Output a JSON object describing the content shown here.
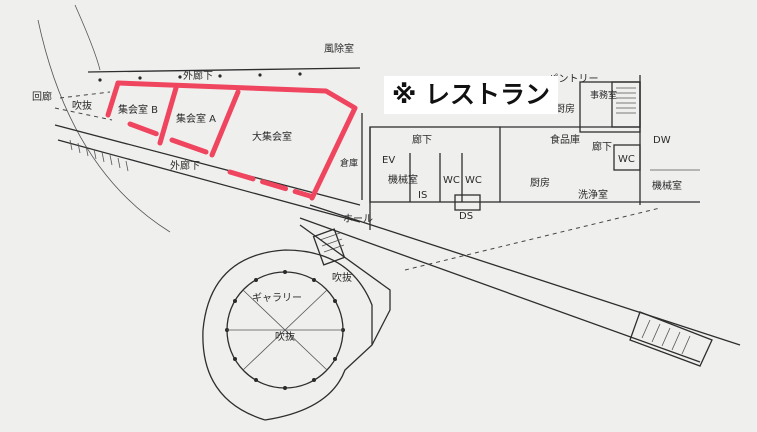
{
  "annotation": "※ レストラン",
  "highlight_color": "#f0455e",
  "rooms": {
    "corridor_loop": "回廊",
    "fukinuke_left": "吹抜",
    "shukai_b": "集会室 B",
    "shukai_a": "集会室 A",
    "dai_shukai": "大集会室",
    "soko": "倉庫",
    "gai_roka_top": "外廊下",
    "gai_roka_bottom": "外廊下",
    "fukenshitsu": "風除室",
    "pantry": "パントリー",
    "chubo_top": "厨房",
    "jimushitsu": "事務室",
    "shokuhinko": "食品庫",
    "dw": "DW",
    "roka_small": "廊下",
    "wc_right": "WC",
    "roka_mid": "廊下",
    "ev": "EV",
    "kikaishitsu_left": "機械室",
    "is": "IS",
    "wc_1": "WC",
    "wc_2": "WC",
    "ds": "DS",
    "chubo_main": "厨房",
    "senjoshitsu": "洗浄室",
    "kikaishitsu_right": "機械室",
    "hall": "ホール",
    "fukinuke_mid": "吹抜",
    "gallery": "ギャラリー",
    "fukinuke_circle": "吹抜"
  }
}
